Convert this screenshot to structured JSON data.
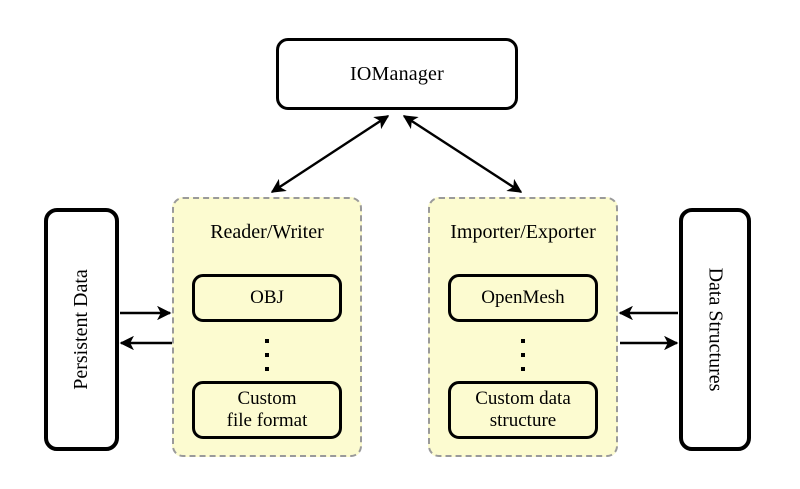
{
  "diagram": {
    "title_node": {
      "label": "IOManager"
    },
    "left_side_box": {
      "label": "Persistent Data",
      "orientation": "rotated-ccw"
    },
    "right_side_box": {
      "label": "Data Structures",
      "orientation": "rotated-cw"
    },
    "groups": [
      {
        "name": "reader-writer",
        "title": "Reader/Writer",
        "items": [
          {
            "label": "OBJ"
          },
          {
            "label": "Custom\nfile format"
          }
        ],
        "ellipsis": "⋮"
      },
      {
        "name": "importer-exporter",
        "title": "Importer/Exporter",
        "items": [
          {
            "label": "OpenMesh"
          },
          {
            "label": "Custom data\nstructure"
          }
        ],
        "ellipsis": "⋮"
      }
    ],
    "connections": [
      {
        "name": "iomanager-to-reader-writer",
        "kind": "bidirectional-diagonal"
      },
      {
        "name": "iomanager-to-importer-exporter",
        "kind": "bidirectional-diagonal"
      },
      {
        "name": "persistent-data-to-reader-writer",
        "kind": "arrow-right"
      },
      {
        "name": "reader-writer-to-persistent-data",
        "kind": "arrow-left"
      },
      {
        "name": "importer-exporter-to-data-structures",
        "kind": "arrow-left"
      },
      {
        "name": "data-structures-to-importer-exporter",
        "kind": "arrow-right"
      }
    ],
    "colors": {
      "group_fill": "#fcfbd0",
      "group_border": "#9a9a9a",
      "node_border": "#000000",
      "background": "#ffffff",
      "text": "#000000"
    }
  }
}
